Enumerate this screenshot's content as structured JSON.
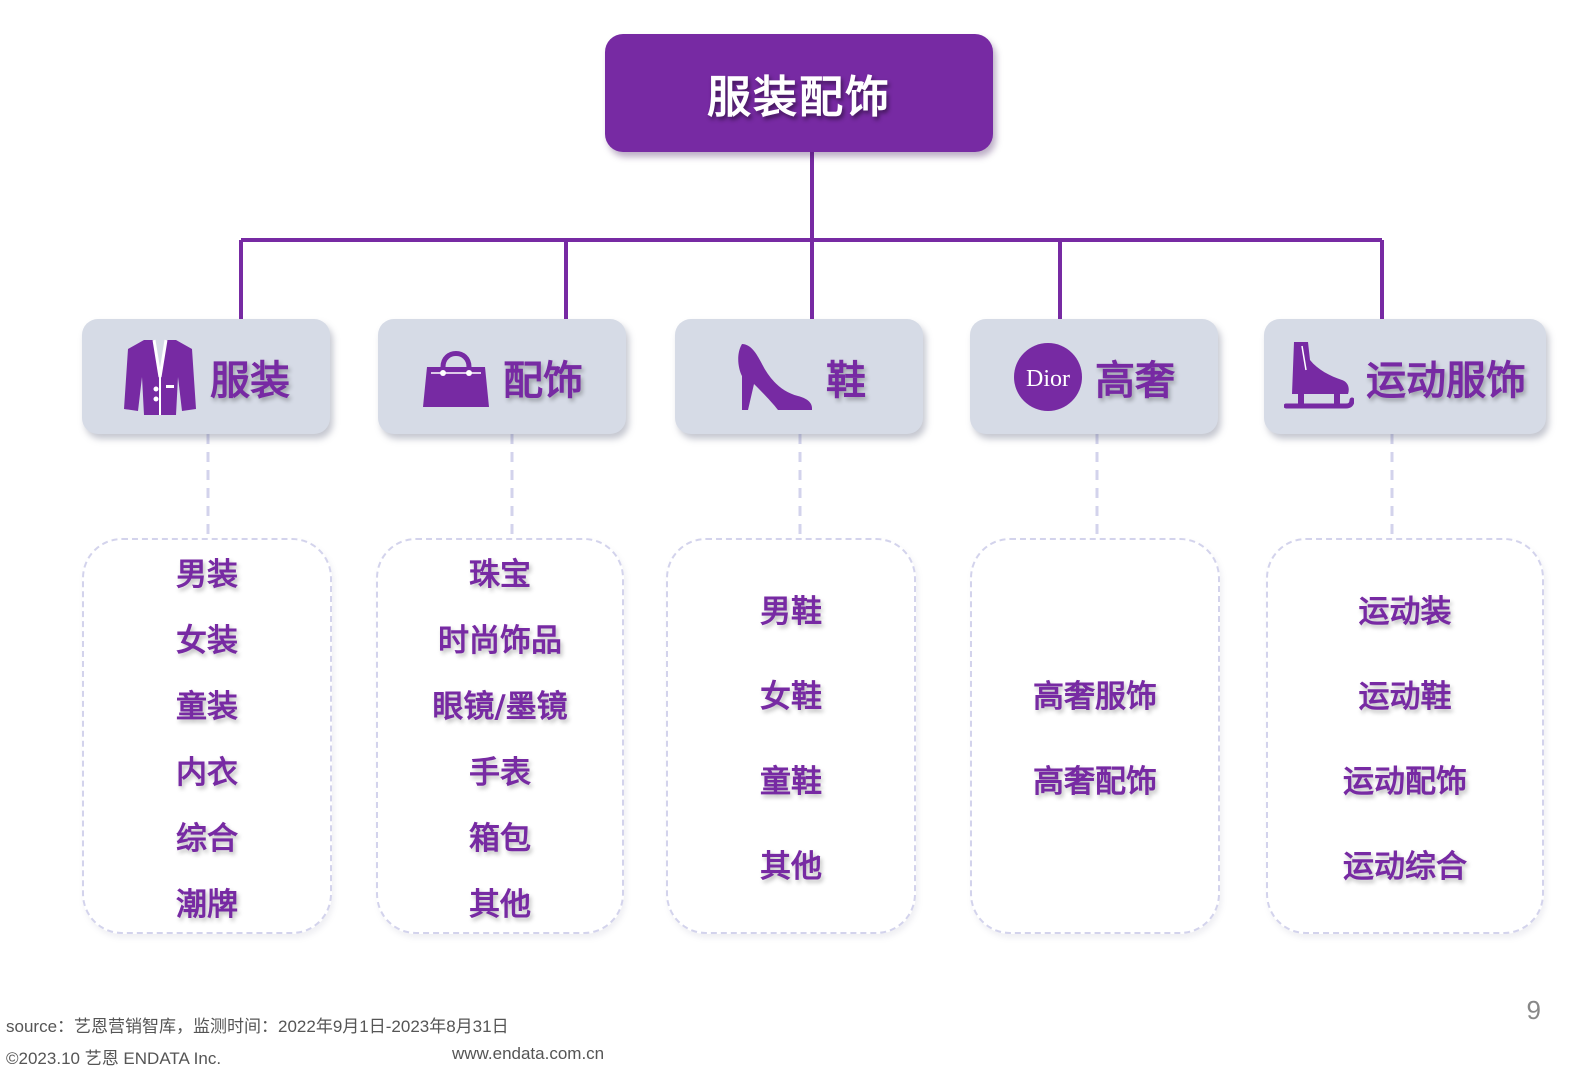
{
  "root": {
    "label": "服装配饰"
  },
  "categories": [
    {
      "label": "服装",
      "icon": "blazer-icon",
      "items": [
        "男装",
        "女装",
        "童装",
        "内衣",
        "综合",
        "潮牌"
      ]
    },
    {
      "label": "配饰",
      "icon": "handbag-icon",
      "items": [
        "珠宝",
        "时尚饰品",
        "眼镜/墨镜",
        "手表",
        "箱包",
        "其他"
      ]
    },
    {
      "label": "鞋",
      "icon": "high-heel-icon",
      "items": [
        "男鞋",
        "女鞋",
        "童鞋",
        "其他"
      ]
    },
    {
      "label": "高奢",
      "icon": "dior-logo-icon",
      "logo_text": "Dior",
      "items": [
        "高奢服饰",
        "高奢配饰"
      ]
    },
    {
      "label": "运动服饰",
      "icon": "ice-skate-icon",
      "items": [
        "运动装",
        "运动鞋",
        "运动配饰",
        "运动综合"
      ]
    }
  ],
  "footer": {
    "source": "source：艺恩营销智库，监测时间：2022年9月1日-2023年8月31日",
    "copyright": "©2023.10  艺恩 ENDATA Inc.",
    "website": "www.endata.com.cn",
    "page_number": "9"
  },
  "colors": {
    "primary": "#772aa3",
    "category_box": "#d6dbe6",
    "dashed_border": "#d3d3ec"
  }
}
